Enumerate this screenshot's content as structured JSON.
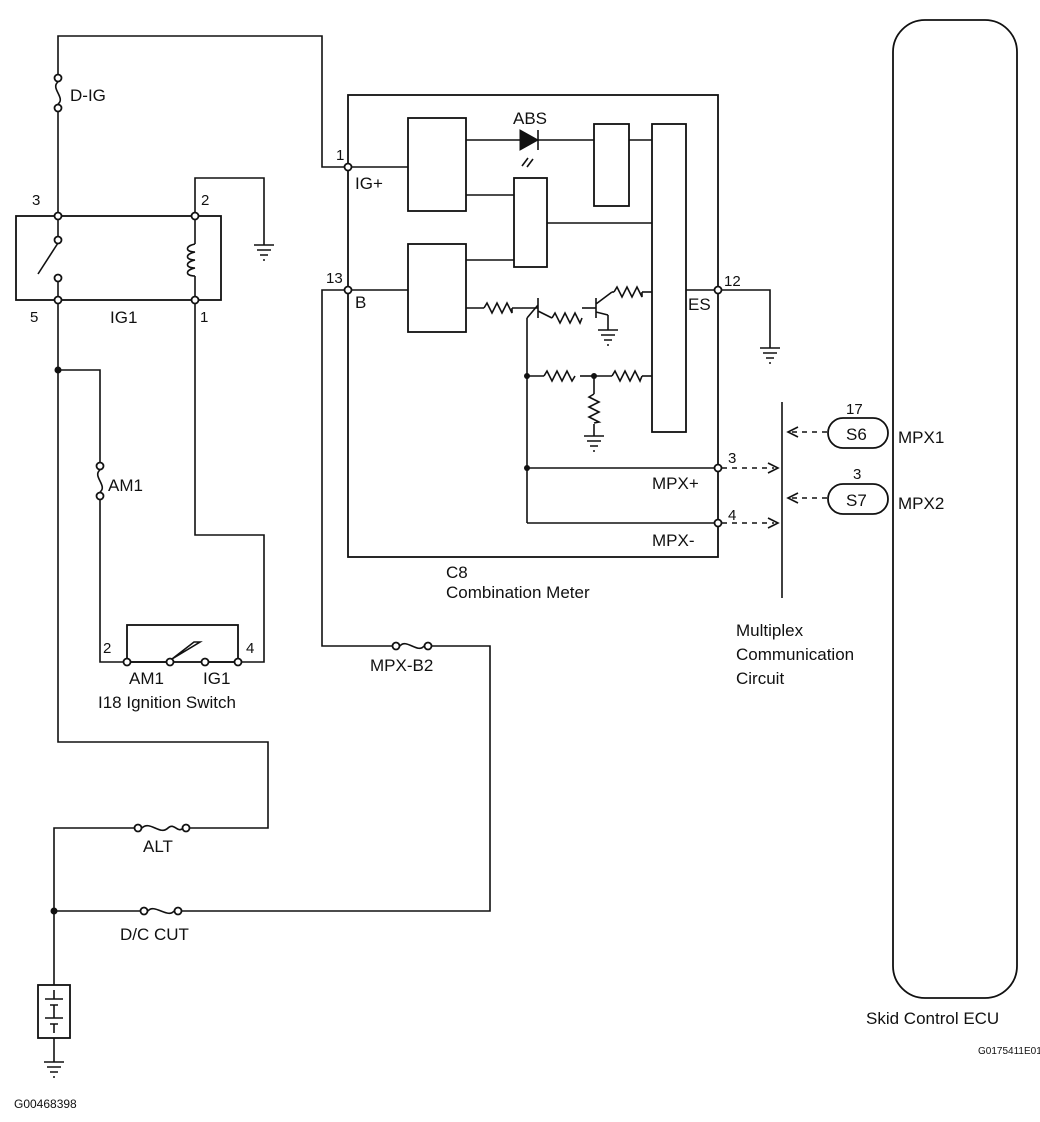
{
  "labels": {
    "fuse_dig": "D-IG",
    "relay_pin3": "3",
    "relay_pin2": "2",
    "relay_pin5": "5",
    "relay_pin1": "1",
    "relay_name": "IG1",
    "fuse_am1": "AM1",
    "sw_pin2": "2",
    "sw_pin4": "4",
    "sw_am1": "AM1",
    "sw_ig1": "IG1",
    "sw_name": "I18  Ignition Switch",
    "fuse_alt": "ALT",
    "fuse_dc_cut": "D/C CUT",
    "fuse_mpx_b2": "MPX-B2",
    "meter_pin1": "1",
    "meter_igplus": "IG+",
    "meter_pin13": "13",
    "meter_b": "B",
    "abs": "ABS",
    "meter_pin12": "12",
    "meter_es": "ES",
    "meter_pin3": "3",
    "meter_mpxplus": "MPX+",
    "meter_pin4": "4",
    "meter_mpxminus": "MPX-",
    "meter_code": "C8",
    "meter_name": "Combination Meter",
    "mux_line1": "Multiplex",
    "mux_line2": "Communication",
    "mux_line3": "Circuit",
    "ecu_pin17": "17",
    "ecu_s6": "S6",
    "ecu_mpx1": "MPX1",
    "ecu_pin3": "3",
    "ecu_s7": "S7",
    "ecu_mpx2": "MPX2",
    "ecu_name": "Skid Control ECU",
    "code_right": "G0175411E01",
    "code_left": "G00468398"
  },
  "icons": [
    "fuse-icon",
    "relay-switch-icon",
    "relay-coil-icon",
    "ground-icon",
    "battery-icon",
    "led-icon",
    "transistor-icon",
    "resistor-icon"
  ]
}
